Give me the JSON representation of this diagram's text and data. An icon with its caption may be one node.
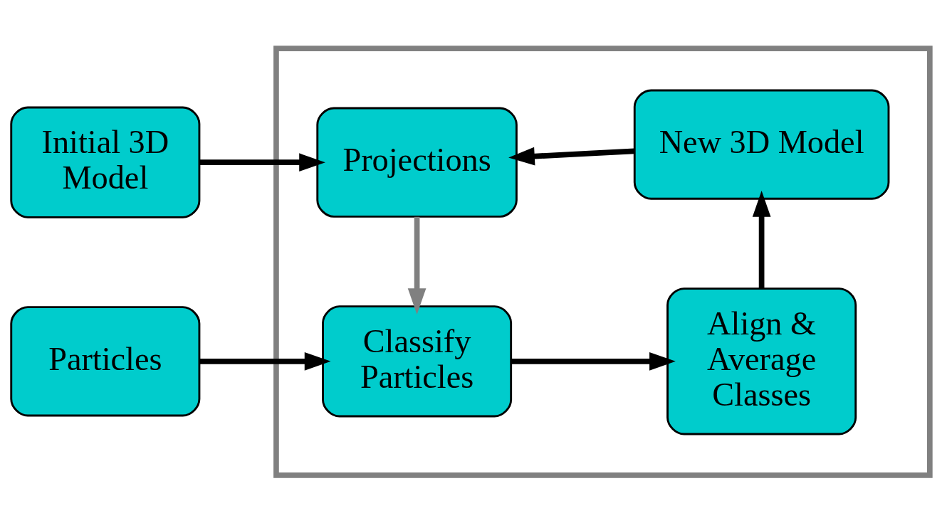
{
  "diagram": {
    "nodes": [
      {
        "text": [
          "Initial 3D Model"
        ]
      },
      {
        "text": [],
        "shape": "box"
      },
      {
        "text": [
          "Projections"
        ],
        "in": 1
      },
      {
        "text": [
          "New 3D Model"
        ],
        "in": 1
      },
      {
        "text": [
          "Particles"
        ]
      },
      {
        "text": [
          "Classify Particles"
        ],
        "in": 1
      },
      {
        "text": [
          "Align & Average Classes"
        ],
        "in": 1
      }
    ],
    "edges": [
      {
        "from": 0,
        "to": 2,
        "arrow": "to"
      },
      {
        "from": 3,
        "to": 2,
        "arrow": "to"
      },
      {
        "from": 2,
        "to": 5,
        "arrow": "to",
        "color": "#808080"
      },
      {
        "from": 4,
        "to": 5,
        "arrow": "to"
      },
      {
        "from": 5,
        "to": 6,
        "arrow": "to"
      },
      {
        "from": 6,
        "to": 3,
        "arrow": "to"
      }
    ]
  }
}
